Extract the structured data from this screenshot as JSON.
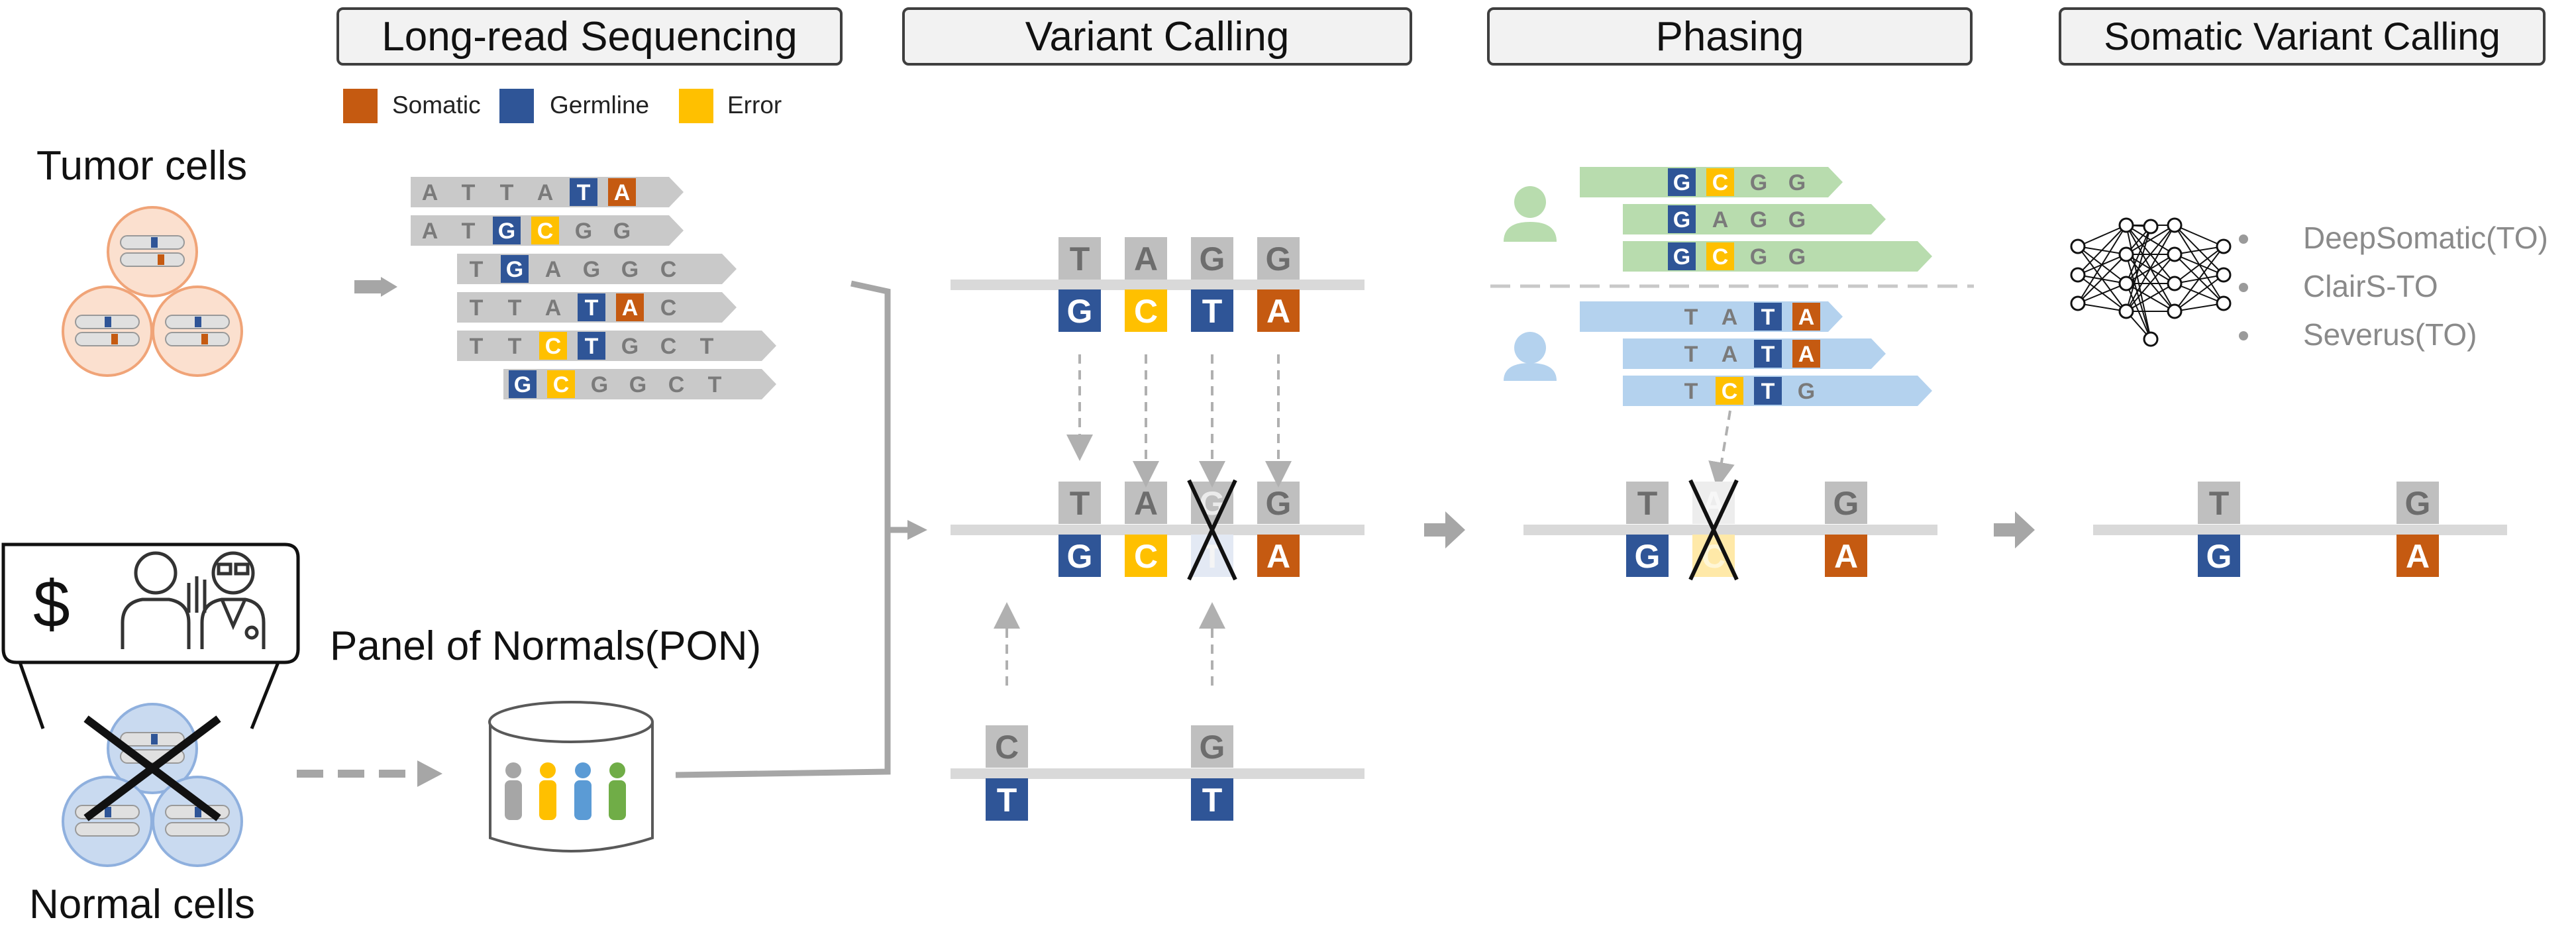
{
  "colors": {
    "somatic": "#c55a11",
    "germline": "#2f5597",
    "error": "#ffc000",
    "ref_base": "#bfbfbf",
    "read_gray": "#c9c9c9",
    "read_green": "#b8dcae",
    "read_blue": "#b4d2ee",
    "arrow": "#a6a6a6"
  },
  "headers": {
    "sequencing": "Long-read Sequencing",
    "calling": "Variant Calling",
    "phasing": "Phasing",
    "somatic": "Somatic Variant Calling"
  },
  "legend": {
    "somatic": "Somatic",
    "germline": "Germline",
    "error": "Error"
  },
  "labels": {
    "tumor": "Tumor cells",
    "normal": "Normal cells",
    "pon": "Panel of Normals(PON)",
    "cost": "$"
  },
  "tools": [
    "DeepSomatic(TO)",
    "ClairS-TO",
    "Severus(TO)"
  ],
  "icons": {
    "cost": "dollar-icon",
    "people": "patient-doctor-icon",
    "database": "pon-database-icon",
    "network": "neural-network-icon",
    "haplotype1": "person-icon",
    "haplotype2": "person-icon"
  },
  "reads": [
    [
      "A",
      "T",
      "T",
      "A",
      "T",
      "A"
    ],
    [
      "A",
      "T",
      "G",
      "C",
      "G",
      "G"
    ],
    [
      "T",
      "G",
      "A",
      "G",
      "G",
      "C"
    ],
    [
      "T",
      "T",
      "A",
      "T",
      "A",
      "C"
    ],
    [
      "T",
      "T",
      "C",
      "T",
      "G",
      "C",
      "T"
    ],
    [
      "G",
      "C",
      "G",
      "G",
      "C",
      "T"
    ]
  ],
  "calling": {
    "top_ref": [
      "T",
      "A",
      "G",
      "G"
    ],
    "top_alt": [
      "G",
      "C",
      "T",
      "A"
    ],
    "mid_ref": [
      "T",
      "A",
      "G",
      "G"
    ],
    "mid_alt": [
      "G",
      "C",
      "T",
      "A"
    ],
    "pon_ref": [
      "C",
      "G"
    ],
    "pon_alt": [
      "T",
      "T"
    ]
  },
  "phasing": {
    "hap1_reads": [
      [
        "G",
        "C",
        "G",
        "G"
      ],
      [
        "G",
        "A",
        "G",
        "G"
      ],
      [
        "G",
        "C",
        "G",
        "G"
      ]
    ],
    "hap2_reads": [
      [
        "T",
        "A",
        "T",
        "A"
      ],
      [
        "T",
        "A",
        "T",
        "A"
      ],
      [
        "T",
        "C",
        "T",
        "G"
      ]
    ],
    "result_ref": [
      "T",
      "A",
      "G"
    ],
    "result_alt": [
      "G",
      "C",
      "A"
    ]
  },
  "final": {
    "ref": [
      "T",
      "G"
    ],
    "alt": [
      "G",
      "A"
    ]
  }
}
